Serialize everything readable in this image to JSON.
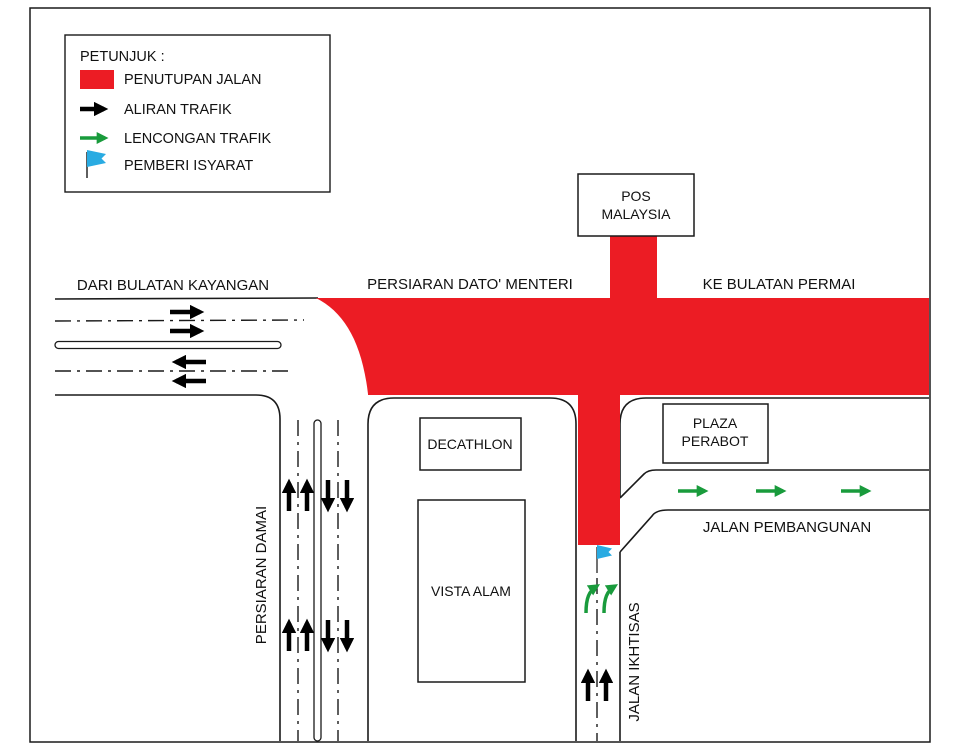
{
  "legend": {
    "title": "PETUNJUK :",
    "items": [
      {
        "label": "PENUTUPAN JALAN"
      },
      {
        "label": "ALIRAN TRAFIK"
      },
      {
        "label": "LENCONGAN TRAFIK"
      },
      {
        "label": "PEMBERI ISYARAT"
      }
    ]
  },
  "labels": {
    "dari_bulatan_kayangan": "DARI BULATAN KAYANGAN",
    "persiaran_dato_menteri": "PERSIARAN DATO' MENTERI",
    "ke_bulatan_permai": "KE BULATAN PERMAI",
    "persiaran_damai": "PERSIARAN DAMAI",
    "jalan_ikhtisas": "JALAN IKHTISAS",
    "jalan_pembangunan": "JALAN PEMBANGUNAN"
  },
  "buildings": {
    "pos_malaysia_line1": "POS",
    "pos_malaysia_line2": "MALAYSIA",
    "decathlon": "DECATHLON",
    "vista_alam": "VISTA ALAM",
    "plaza_perabot_line1": "PLAZA",
    "plaza_perabot_line2": "PERABOT"
  },
  "colors": {
    "road_closure": "#ec1c24",
    "traffic_flow": "#000000",
    "traffic_diversion": "#199b3c",
    "flagman": "#29abe2"
  }
}
